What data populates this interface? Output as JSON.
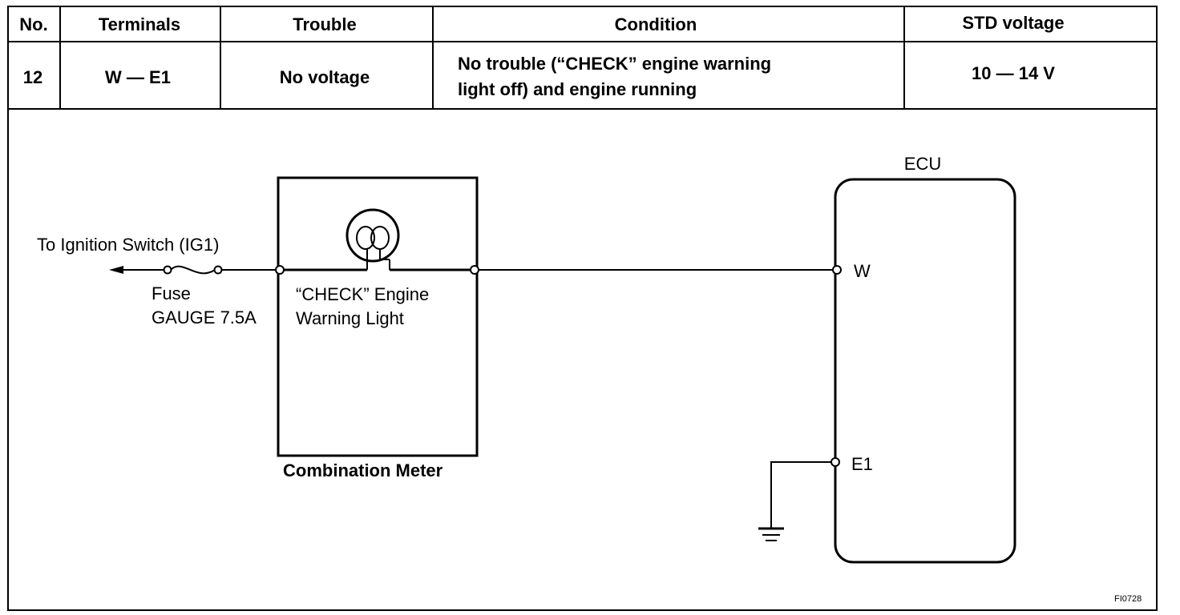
{
  "table": {
    "headers": {
      "no": "No.",
      "terminals": "Terminals",
      "trouble": "Trouble",
      "condition": "Condition",
      "std_voltage": "STD voltage"
    },
    "row": {
      "no": "12",
      "terminals": "W — E1",
      "trouble": "No voltage",
      "condition_line1": "No trouble (“CHECK” engine warning",
      "condition_line2": "light off) and engine running",
      "std_voltage": "10 — 14 V"
    }
  },
  "diagram": {
    "ignition_label": "To Ignition Switch (IG1)",
    "fuse_label_line1": "Fuse",
    "fuse_label_line2": "GAUGE 7.5A",
    "lamp_label_line1": "“CHECK” Engine",
    "lamp_label_line2": "Warning Light",
    "meter_label": "Combination Meter",
    "ecu_label": "ECU",
    "terminal_w": "W",
    "terminal_e1": "E1",
    "figure_code": "FI0728"
  }
}
